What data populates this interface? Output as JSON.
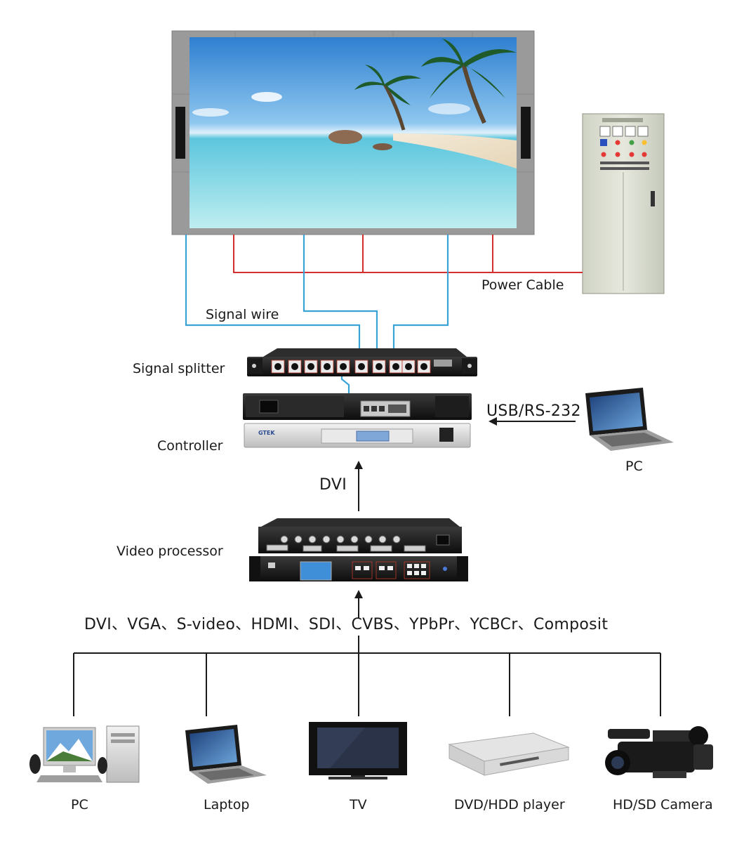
{
  "labels": {
    "power_cable": "Power Cable",
    "signal_wire": "Signal wire",
    "signal_splitter": "Signal splitter",
    "controller": "Controller",
    "usb_rs232": "USB/RS-232",
    "pc_top": "PC",
    "dvi": "DVI",
    "video_processor": "Video processor",
    "inputs": "DVI、VGA、S-video、HDMI、SDI、CVBS、YPbPr、YCBCr、Composit"
  },
  "sources": [
    {
      "label": "PC"
    },
    {
      "label": "Laptop"
    },
    {
      "label": "TV"
    },
    {
      "label": "DVD/HDD player"
    },
    {
      "label": "HD/SD Camera"
    }
  ],
  "controller_brand": "GTEK",
  "colors": {
    "signal_wire": "#3aa3d6",
    "power_cable": "#d32f2f",
    "connector": "#111111"
  }
}
